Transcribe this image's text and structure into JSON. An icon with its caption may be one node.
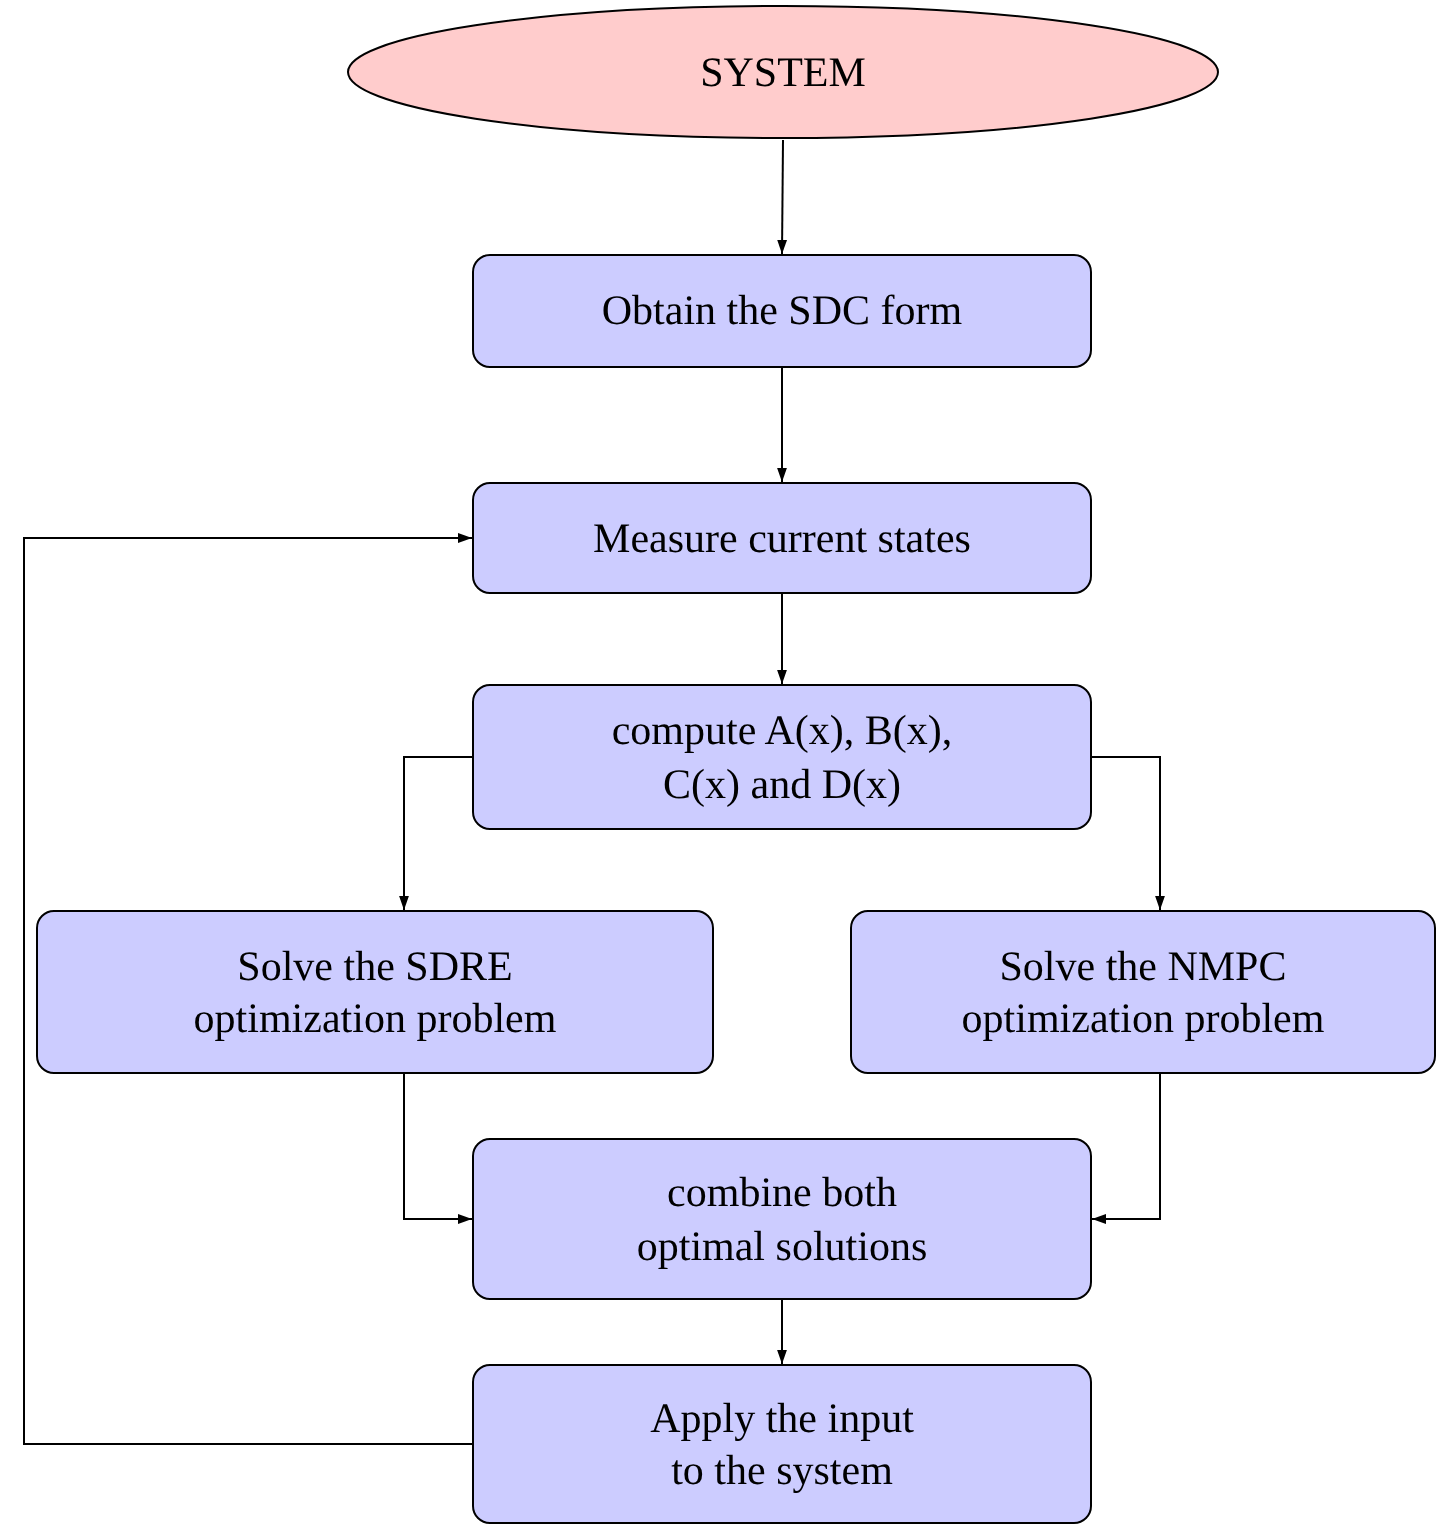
{
  "diagram": {
    "nodes": [
      {
        "text": [
          "SYSTEM"
        ]
      },
      {
        "text": [
          "Obtain the SDC form"
        ]
      },
      {
        "text": [
          "Measure current states"
        ]
      },
      {
        "text": [
          "compute A(x), B(x), C(x) and D(x)"
        ]
      },
      {
        "text": [
          "Solve the SDRE optimization problem"
        ]
      },
      {
        "text": [
          "Solve the NMPC optimization problem"
        ]
      },
      {
        "text": [
          "combine both optimal solutions"
        ]
      },
      {
        "text": [
          "Apply the input to the system"
        ]
      }
    ],
    "edges": [
      {
        "from": 0,
        "to": 1,
        "arrow": "to"
      },
      {
        "from": 1,
        "to": 2,
        "arrow": "to"
      },
      {
        "from": 2,
        "to": 3,
        "arrow": "to"
      },
      {
        "from": 3,
        "to": 4,
        "arrow": "to"
      },
      {
        "from": 3,
        "to": 5,
        "arrow": "to"
      },
      {
        "from": 4,
        "to": 6,
        "arrow": "to"
      },
      {
        "from": 5,
        "to": 6,
        "arrow": "to"
      },
      {
        "from": 6,
        "to": 7,
        "arrow": "to"
      },
      {
        "from": 7,
        "to": 2,
        "arrow": "to"
      }
    ]
  }
}
